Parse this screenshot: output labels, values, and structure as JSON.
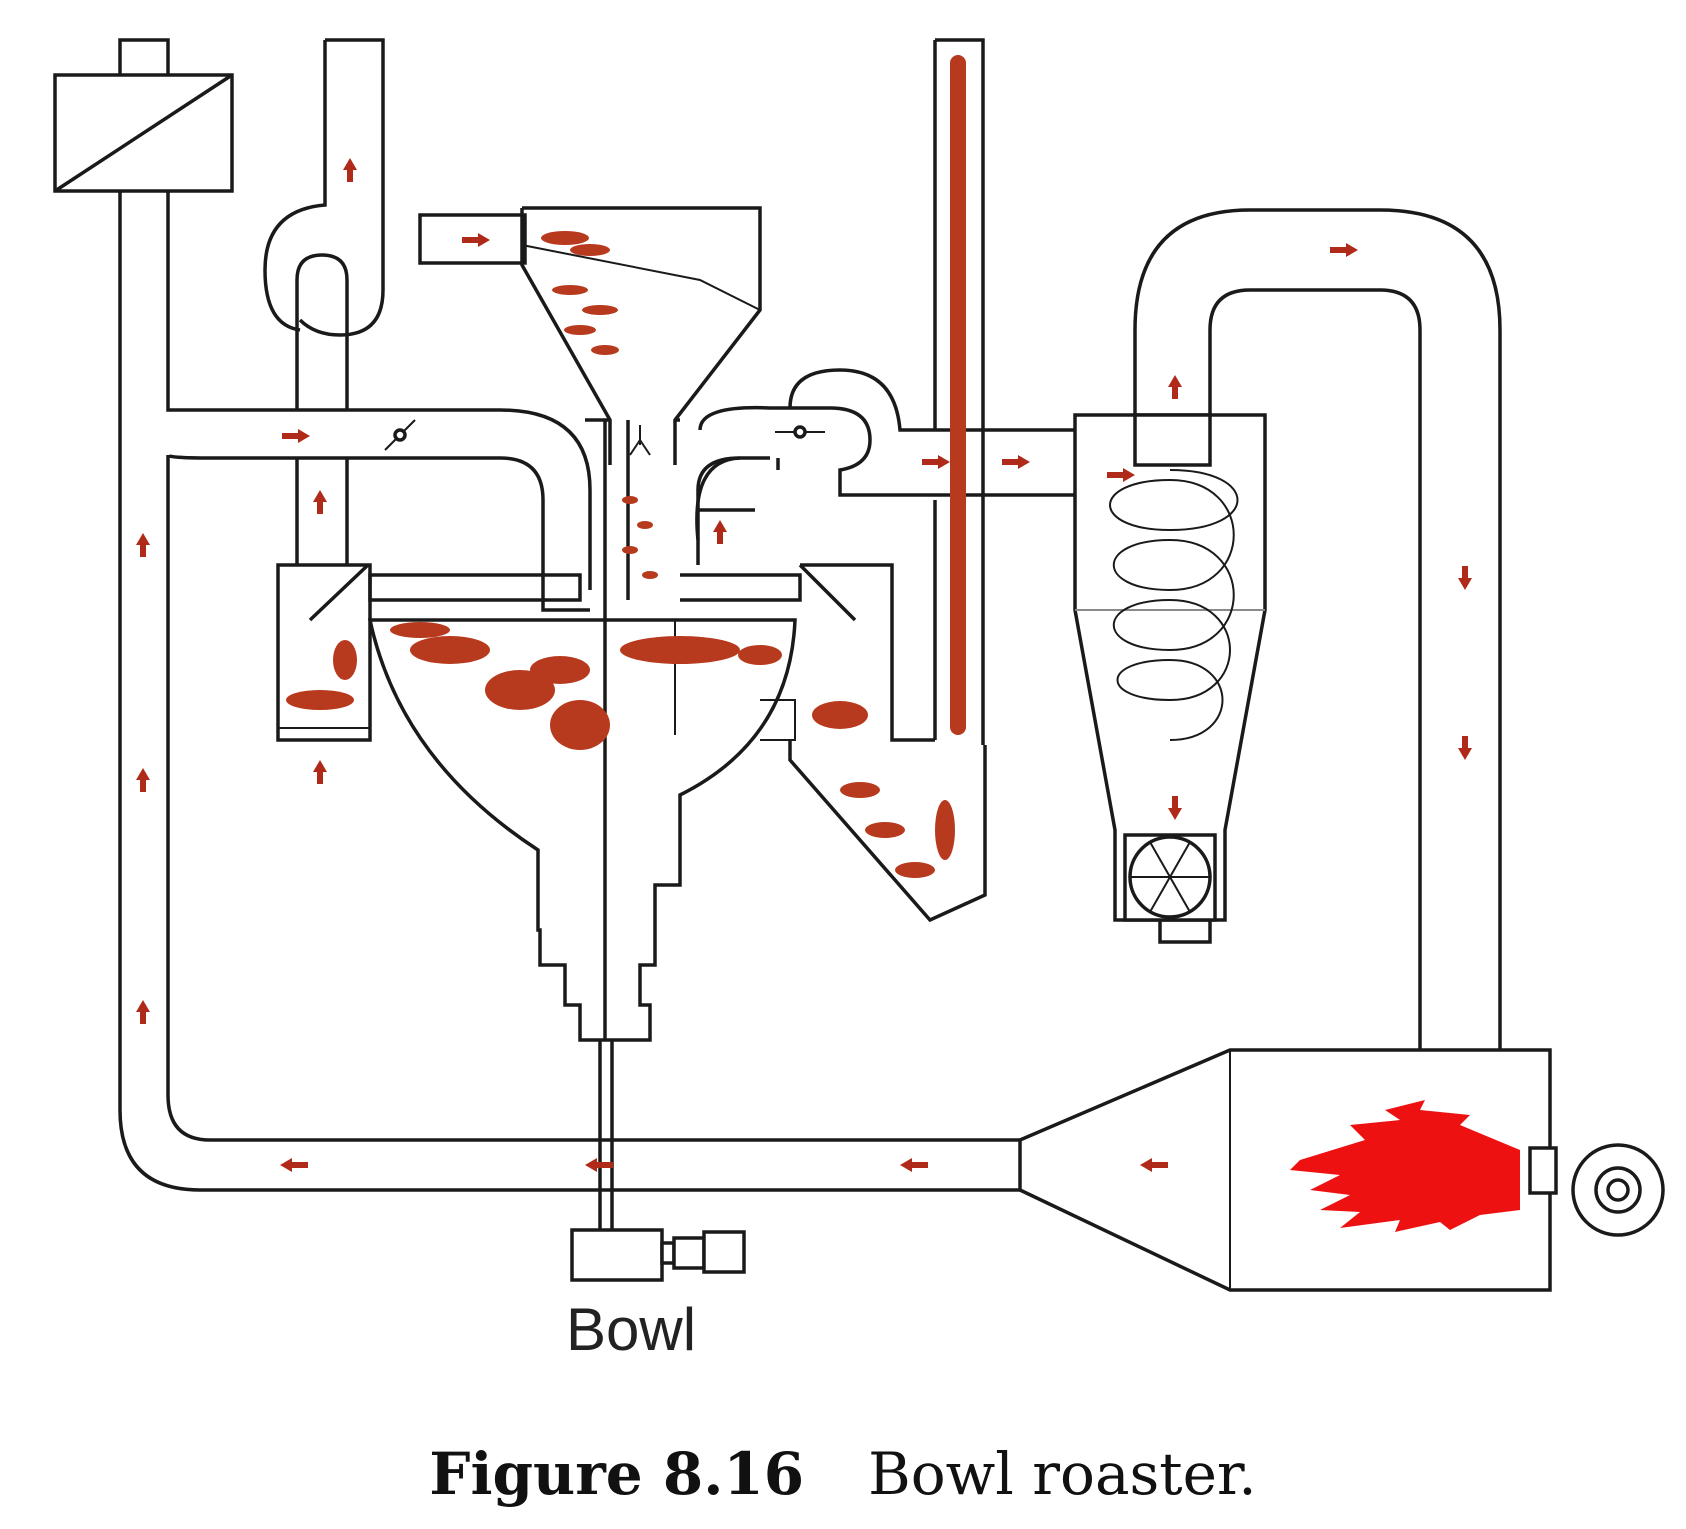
{
  "diagram": {
    "label_bowl": "Bowl",
    "colors": {
      "beans": "#b83a1e",
      "arrows": "#b02a1a",
      "flame": "#ee1111",
      "lines": "#1a1a1a"
    }
  },
  "caption": {
    "number": "Figure 8.16",
    "text": "Bowl roaster."
  }
}
